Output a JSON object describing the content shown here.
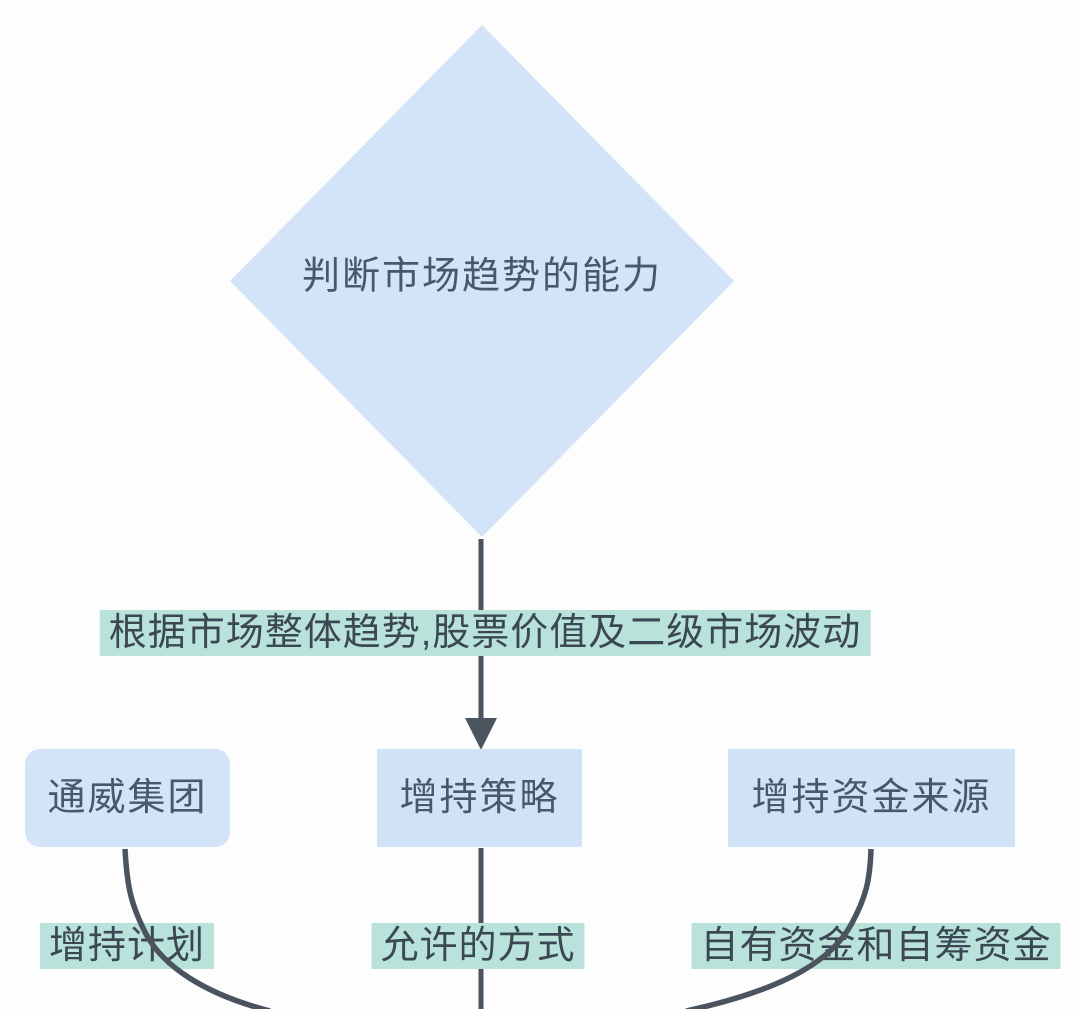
{
  "diagram": {
    "type": "flowchart",
    "colors": {
      "background": "#fdfdfd",
      "node_fill_blue": "#d3e3f8",
      "label_highlight_teal": "#b9e2db",
      "connector_gray": "#4b545e",
      "node_text": "#46586b",
      "label_text": "#3b4854"
    },
    "diamond": {
      "label": "判断市场趋势的能力",
      "shape": "diamond"
    },
    "arrow_label": "根据市场整体趋势,股票价值及二级市场波动",
    "boxes": [
      {
        "id": "tongwei-group",
        "label": "通威集团",
        "rounded": true
      },
      {
        "id": "increase-strategy",
        "label": "增持策略",
        "rounded": false
      },
      {
        "id": "fund-source",
        "label": "增持资金来源",
        "rounded": false
      }
    ],
    "leaf_labels": [
      {
        "id": "increase-plan",
        "label": "增持计划"
      },
      {
        "id": "permitted-methods",
        "label": "允许的方式"
      },
      {
        "id": "own-and-raised-funds",
        "label": "自有资金和自筹资金"
      }
    ]
  }
}
